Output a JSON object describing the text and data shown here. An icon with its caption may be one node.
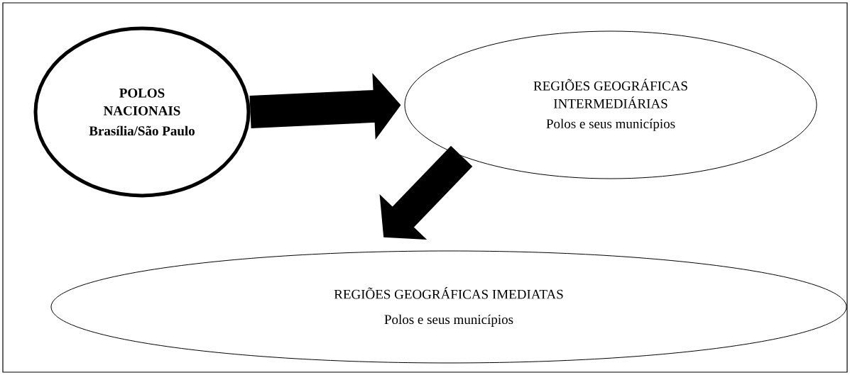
{
  "diagram": {
    "nodes": [
      {
        "text": [
          "POLOS NACIONAIS",
          "Brasília/São Paulo"
        ]
      },
      {
        "text": [
          "REGIÕES GEOGRÁFICAS INTERMEDIÁRIAS",
          "Polos e seus municípios"
        ]
      },
      {
        "text": [
          "REGIÕES GEOGRÁFICAS IMEDIATAS",
          "Polos e seus municípios"
        ]
      }
    ],
    "edges": [
      {
        "from": 0,
        "to": 1,
        "arrow": "to"
      },
      {
        "from": 1,
        "to": 2,
        "arrow": "to"
      }
    ]
  }
}
